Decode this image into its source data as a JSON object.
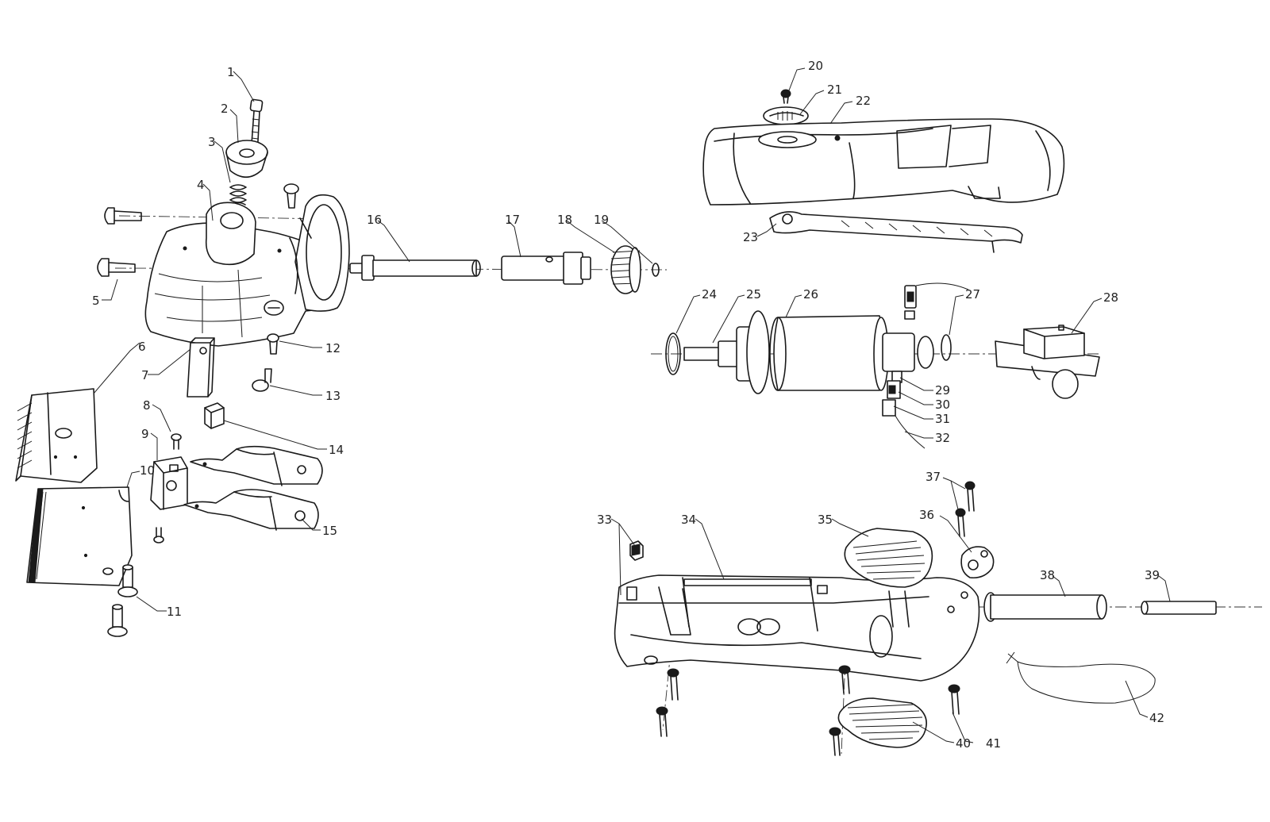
{
  "parts": [
    "1",
    "2",
    "3",
    "4",
    "5",
    "6",
    "7",
    "8",
    "9",
    "10",
    "11",
    "12",
    "13",
    "14",
    "15",
    "16",
    "17",
    "18",
    "19",
    "20",
    "21",
    "22",
    "23",
    "24",
    "25",
    "26",
    "27",
    "28",
    "29",
    "30",
    "31",
    "32",
    "33",
    "34",
    "35",
    "36",
    "37",
    "38",
    "39",
    "40",
    "41",
    "42"
  ],
  "colors": {
    "line": "#1a1a1a",
    "background": "#ffffff"
  }
}
